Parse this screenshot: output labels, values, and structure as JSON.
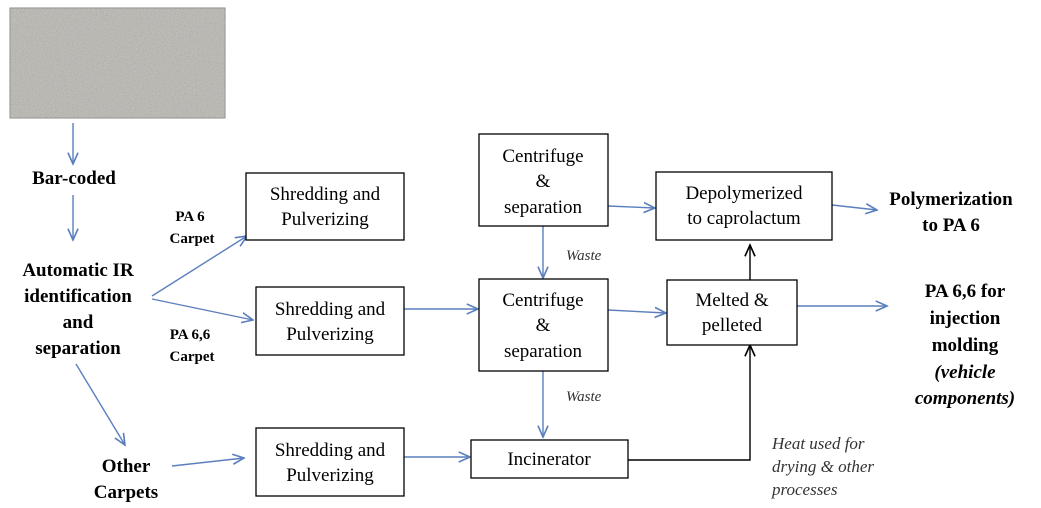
{
  "inputs": {
    "bar_coded": "Bar-coded",
    "auto_ir": [
      "Automatic IR",
      "identification",
      "and",
      "separation"
    ],
    "other_carpets": [
      "Other",
      "Carpets"
    ]
  },
  "branch_labels": {
    "pa6": [
      "PA 6",
      "Carpet"
    ],
    "pa66": [
      "PA 6,6",
      "Carpet"
    ]
  },
  "boxes": {
    "shred_top": [
      "Shredding and",
      "Pulverizing"
    ],
    "shred_mid": [
      "Shredding and",
      "Pulverizing"
    ],
    "shred_bot": [
      "Shredding and",
      "Pulverizing"
    ],
    "centrifuge_top": [
      "Centrifuge",
      "&",
      "separation"
    ],
    "centrifuge_mid": [
      "Centrifuge",
      "&",
      "separation"
    ],
    "incinerator": "Incinerator",
    "depolymerized": [
      "Depolymerized",
      "to caprolactum"
    ],
    "melted": [
      "Melted &",
      "pelleted"
    ]
  },
  "notes": {
    "waste_top": "Waste",
    "waste_bot": "Waste",
    "heat": [
      "Heat used for",
      "drying & other",
      "processes"
    ]
  },
  "outputs": {
    "polymerization": [
      "Polymerization",
      "to PA 6"
    ],
    "pa66_out": [
      "PA 6,6 for",
      "injection",
      "molding"
    ],
    "pa66_out_italic": [
      "(vehicle",
      "components)"
    ]
  },
  "colors": {
    "arrow": "#5b7fbe",
    "arrow_black": "#000000",
    "box_border": "#000000",
    "carpet_base": "#b9b7b0"
  },
  "icons": {
    "carpet": "carpet-sample-image"
  }
}
